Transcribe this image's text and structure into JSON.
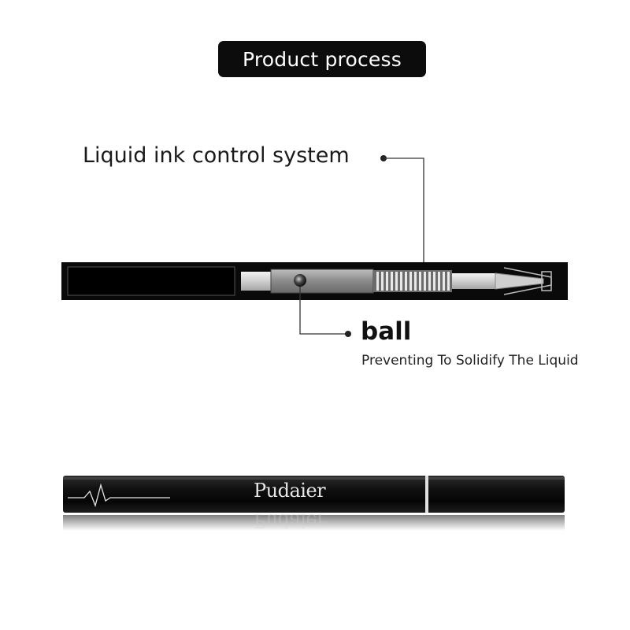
{
  "title": "Product process",
  "callouts": {
    "ink_system": "Liquid ink control system",
    "ball": "ball",
    "ball_description": "Preventing To Solidify The Liquid"
  },
  "pen": {
    "brand": "Pudaier"
  },
  "colors": {
    "background": "#ffffff",
    "pill": "#0c0c0c",
    "pen_body": "#111111",
    "leader_line": "#333333"
  }
}
